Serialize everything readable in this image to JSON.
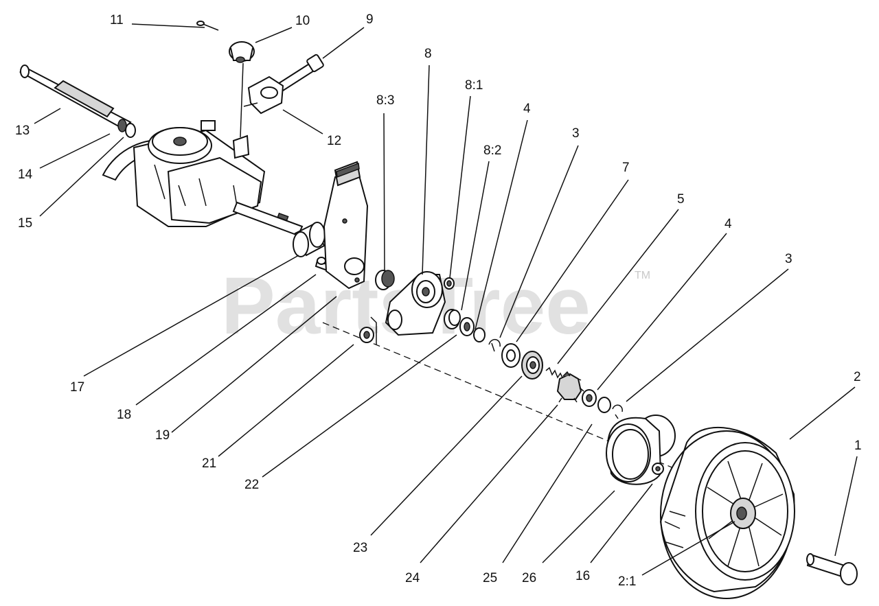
{
  "watermark": {
    "text": "PartsTree",
    "trademark": "TM"
  },
  "callouts": {
    "c1": "1",
    "c2": "2",
    "c2_1": "2:1",
    "c3a": "3",
    "c3b": "3",
    "c4a": "4",
    "c4b": "4",
    "c5": "5",
    "c7": "7",
    "c8": "8",
    "c8_1": "8:1",
    "c8_2": "8:2",
    "c8_3": "8:3",
    "c9": "9",
    "c10": "10",
    "c11": "11",
    "c12": "12",
    "c13": "13",
    "c14": "14",
    "c15": "15",
    "c16": "16",
    "c17": "17",
    "c18": "18",
    "c19": "19",
    "c21": "21",
    "c22": "22",
    "c23": "23",
    "c24": "24",
    "c25": "25",
    "c26": "26"
  }
}
